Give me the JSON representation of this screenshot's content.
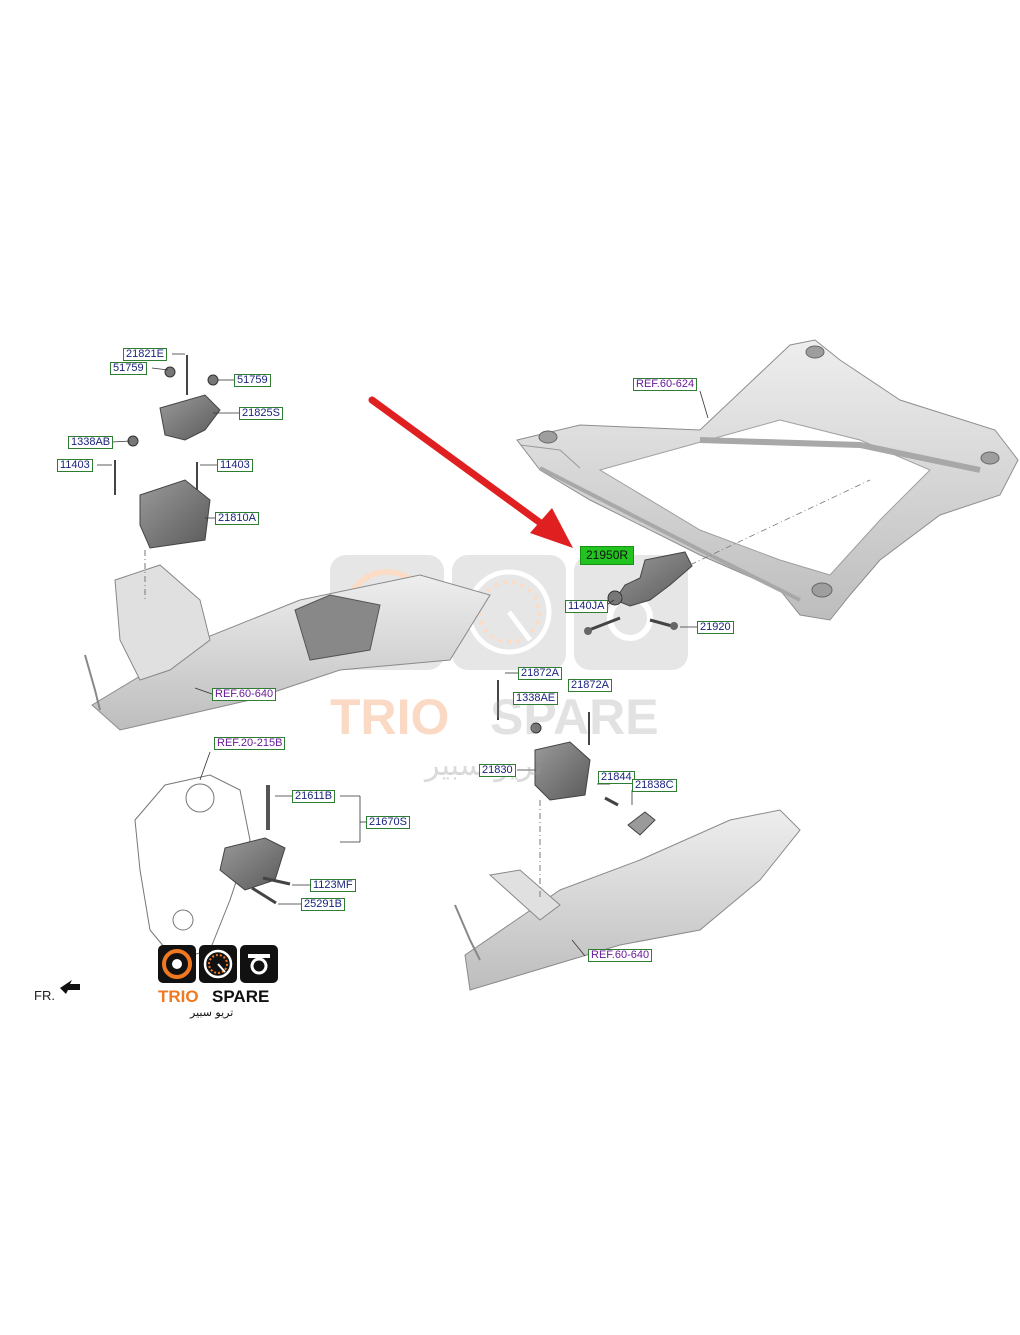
{
  "diagram": {
    "labels": {
      "l21821E": "21821E",
      "l51759a": "51759",
      "l51759b": "51759",
      "l21825S": "21825S",
      "l1338AB": "1338AB",
      "l11403a": "11403",
      "l11403b": "11403",
      "l21810A": "21810A",
      "lREF60640a": "REF.60-640",
      "lREF60624": "REF.60-624",
      "l21950R": "21950R",
      "l1140JA": "1140JA",
      "l21920": "21920",
      "l21872Aa": "21872A",
      "l21872Ab": "21872A",
      "l1338AE": "1338AE",
      "l21830": "21830",
      "l21844": "21844",
      "l21838C": "21838C",
      "lREF20215B": "REF.20-215B",
      "l21611B": "21611B",
      "l21670S": "21670S",
      "l1123MF": "1123MF",
      "l25291B": "25291B",
      "lREF60640b": "REF.60-640"
    },
    "front_indicator": "FR.",
    "highlight_color": "#22c21f",
    "arrow_color": "#e02020"
  },
  "watermark": {
    "brand_trio": "TRIO",
    "brand_spare": "SPARE",
    "brand_arabic": "تريو سبير"
  },
  "logo": {
    "brand_trio": "TRIO",
    "brand_spare": "SPARE",
    "brand_arabic": "تريو سبير",
    "accent_color": "#f07820"
  }
}
